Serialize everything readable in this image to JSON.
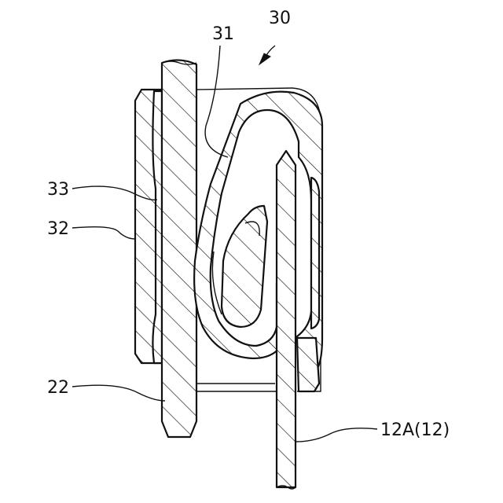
{
  "labels": {
    "assembly": "30",
    "spring": "31",
    "plate": "32",
    "layer": "33",
    "pin": "22",
    "terminal": "12A(12)"
  }
}
